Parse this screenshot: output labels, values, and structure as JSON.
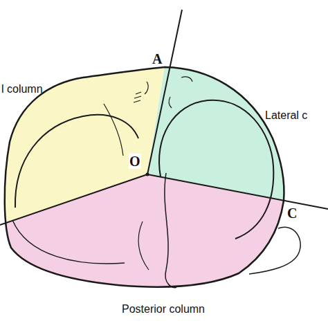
{
  "diagram": {
    "labels": [
      "l column",
      "A",
      "Lateral c",
      "O",
      "C",
      "Posterior column"
    ]
  }
}
